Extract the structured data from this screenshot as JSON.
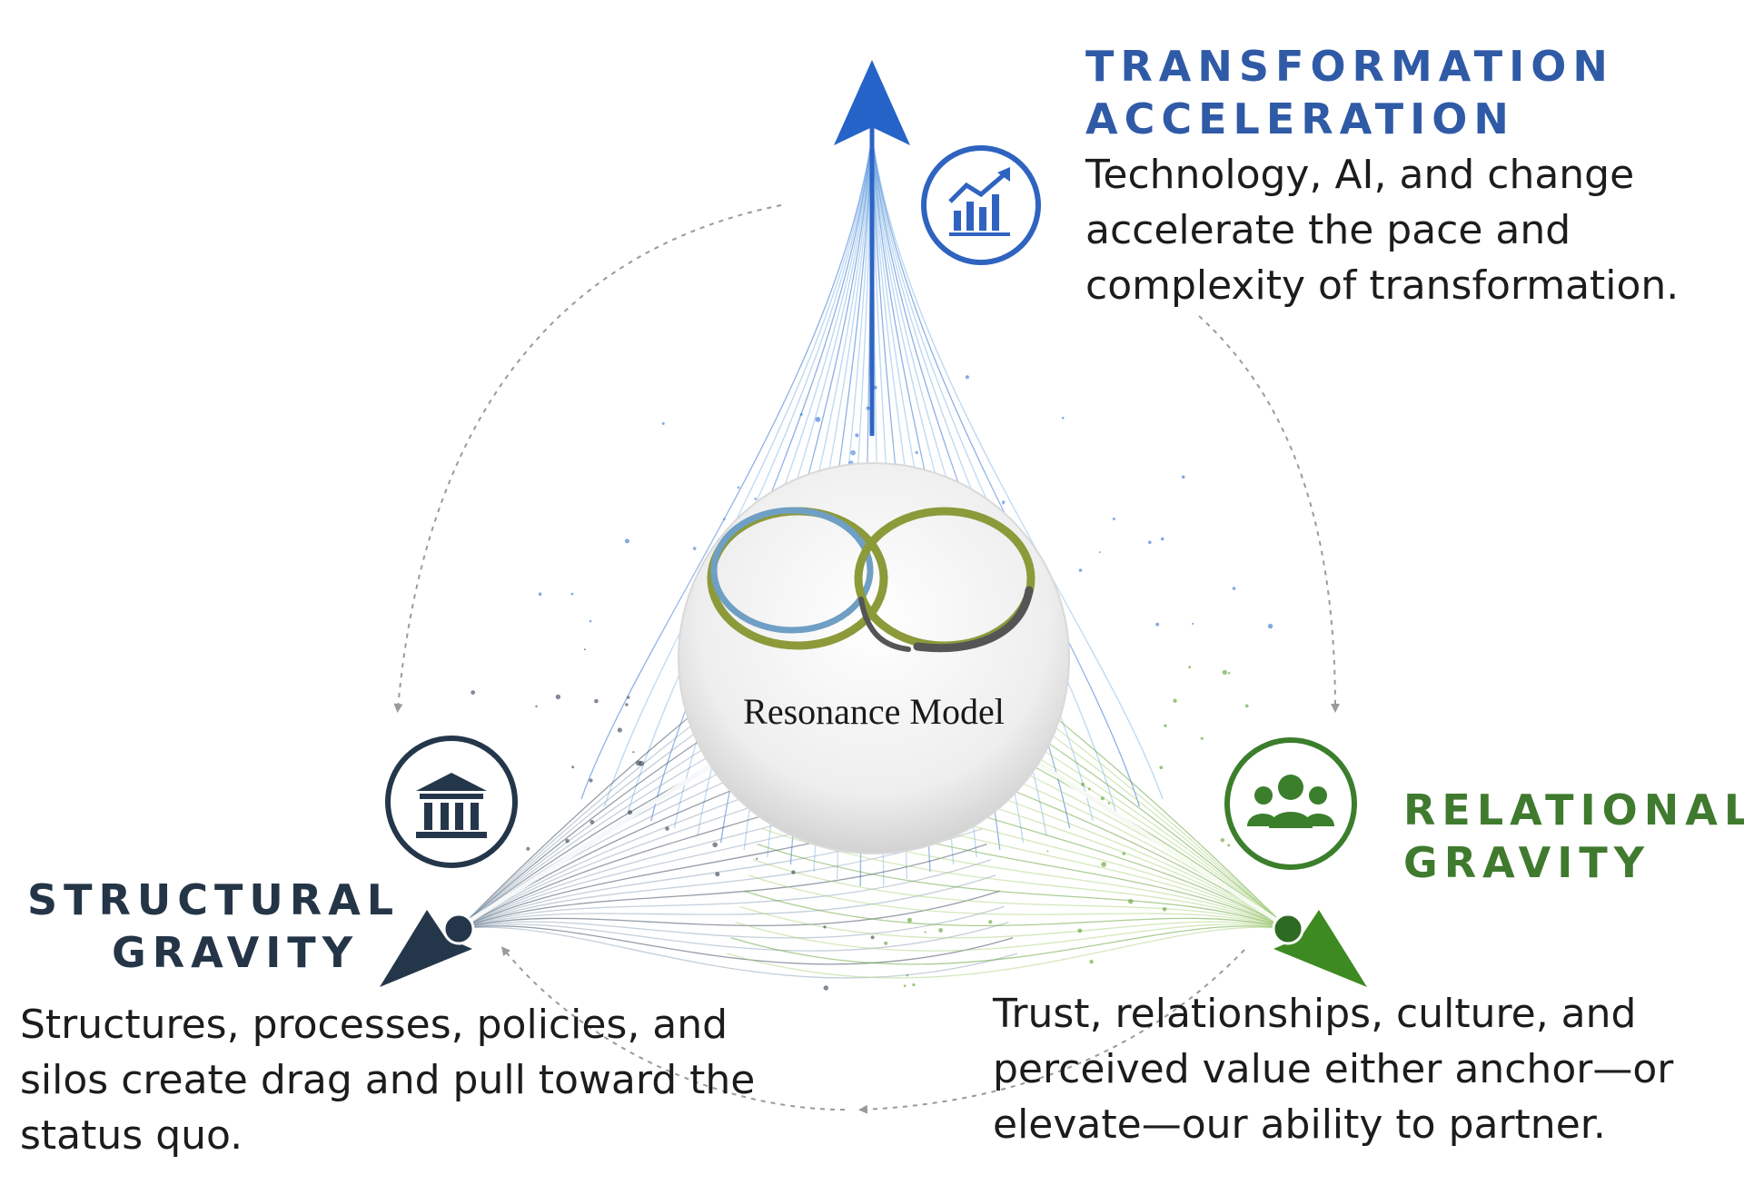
{
  "center": {
    "label": "Resonance Model"
  },
  "nodes": [
    {
      "id": "transformation",
      "heading": "TRANSFORMATION\nACCELERATION",
      "description": "Technology, AI, and change accelerate the pace and complexity of transformation.",
      "icon": "growth-chart-icon",
      "color": "#2f5aa6"
    },
    {
      "id": "structural",
      "heading": "STRUCTURAL\nGRAVITY",
      "description": "Structures, processes, policies, and silos create drag and pull toward the status quo.",
      "icon": "institution-building-icon",
      "color": "#243547"
    },
    {
      "id": "relational",
      "heading": "RELATIONAL\nGRAVITY",
      "description": "Trust, relationships,  culture, and perceived value either anchor—or elevate—our ability to partner.",
      "icon": "people-group-icon",
      "color": "#3f7a2e"
    }
  ],
  "colors": {
    "blue": "#2f6fcf",
    "navy": "#2b3c50",
    "green": "#5a9e2c",
    "ring_blue": "#6f9fc4",
    "ring_olive": "#8c9a3a",
    "ring_gray": "#555555"
  }
}
